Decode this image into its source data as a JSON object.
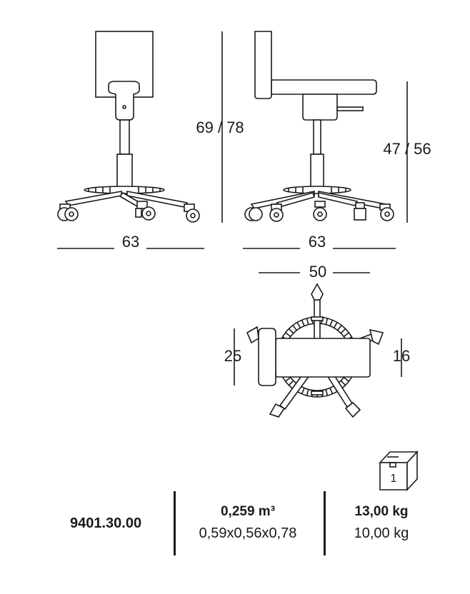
{
  "dimensions": {
    "front_height": "69 / 78",
    "front_width": "63",
    "side_width": "63",
    "seat_height": "47 / 56",
    "top_depth": "50",
    "back_depth": "25",
    "seat_depth": "16"
  },
  "package": {
    "count": "1",
    "icon": "package-box-icon"
  },
  "info": {
    "code": "9401.30.00",
    "volume": "0,259 m³",
    "size": "0,59x0,56x0,78",
    "gross_weight": "13,00 kg",
    "net_weight": "10,00 kg"
  },
  "colors": {
    "line": "#1a1a1a",
    "background": "#ffffff"
  }
}
